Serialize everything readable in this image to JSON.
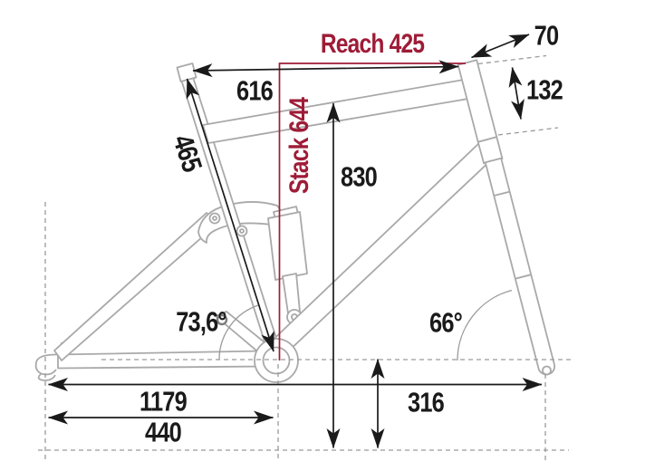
{
  "diagram": {
    "type": "bike-frame-geometry",
    "colors": {
      "accent_red": "#9e1c37",
      "frame_gray": "#a9a9a9",
      "dimension_black": "#1a1a1a",
      "guide_gray": "#9a9a9a",
      "background": "#ffffff"
    },
    "labels": {
      "reach": "Reach 425",
      "stack": "Stack 644",
      "top_tube_length": "616",
      "seat_tube_length": "465",
      "standover_height": "830",
      "head_tube_length": "132",
      "fork_offset": "70",
      "seat_tube_angle": "73,6°",
      "head_tube_angle": "66°",
      "wheelbase": "1179",
      "chainstay_length": "440",
      "bb_height": "316"
    }
  }
}
